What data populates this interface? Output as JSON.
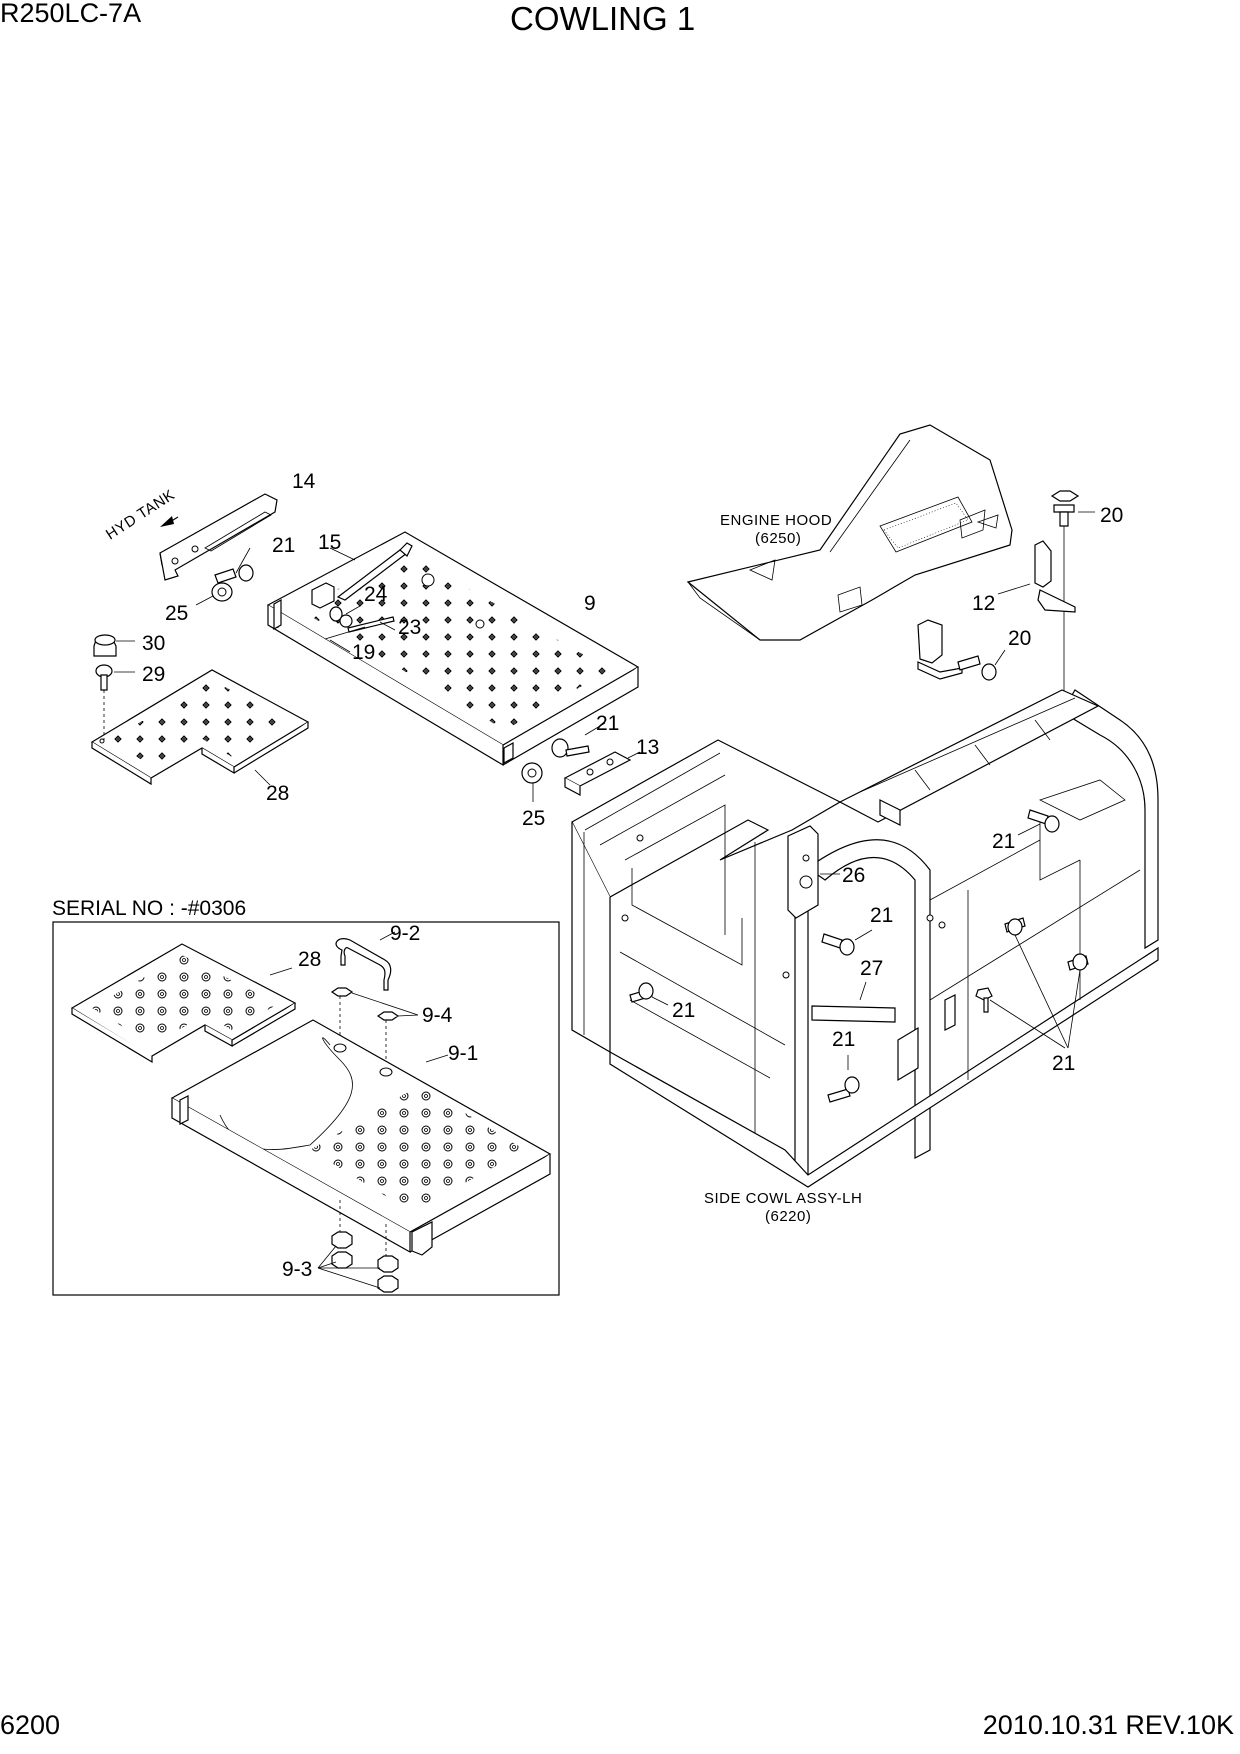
{
  "header": {
    "model": "R250LC-7A",
    "title": "COWLING 1"
  },
  "footer": {
    "page_number": "6200",
    "revision": "2010.10.31  REV.10K"
  },
  "references": {
    "engine_hood": {
      "name": "ENGINE HOOD",
      "code": "(6250)"
    },
    "side_cowl": {
      "name": "SIDE COWL ASSY-LH",
      "code": "(6220)"
    },
    "hyd_tank": "HYD TANK"
  },
  "inset": {
    "caption": "SERIAL NO : -#0306"
  },
  "callouts": {
    "c14": "14",
    "c21a": "21",
    "c25a": "25",
    "c15": "15",
    "c24": "24",
    "c23": "23",
    "c19": "19",
    "c9": "9",
    "c30": "30",
    "c29": "29",
    "c28a": "28",
    "c21b": "21",
    "c13": "13",
    "c25b": "25",
    "c20a": "20",
    "c12": "12",
    "c20b": "20",
    "c21c": "21",
    "c26": "26",
    "c21d": "21",
    "c27": "27",
    "c21e": "21",
    "c21f": "21",
    "c21g": "21",
    "c9_2": "9-2",
    "c28b": "28",
    "c9_4": "9-4",
    "c9_1": "9-1",
    "c9_3": "9-3"
  }
}
